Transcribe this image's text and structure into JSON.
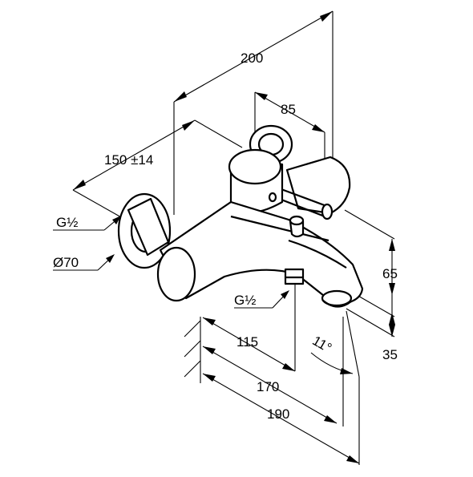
{
  "dimensions": {
    "width_overall": "200",
    "handle_offset": "85",
    "wall_spacing": "150 ±14",
    "outlet_height": "65",
    "spout_drop": "35",
    "spout_reach_a": "115",
    "spout_reach_b": "170",
    "spout_reach_c": "190",
    "spout_angle": "11°"
  },
  "thread_labels": {
    "inlet": "G½",
    "outlet": "G½"
  },
  "diameter_label": "Ø70"
}
